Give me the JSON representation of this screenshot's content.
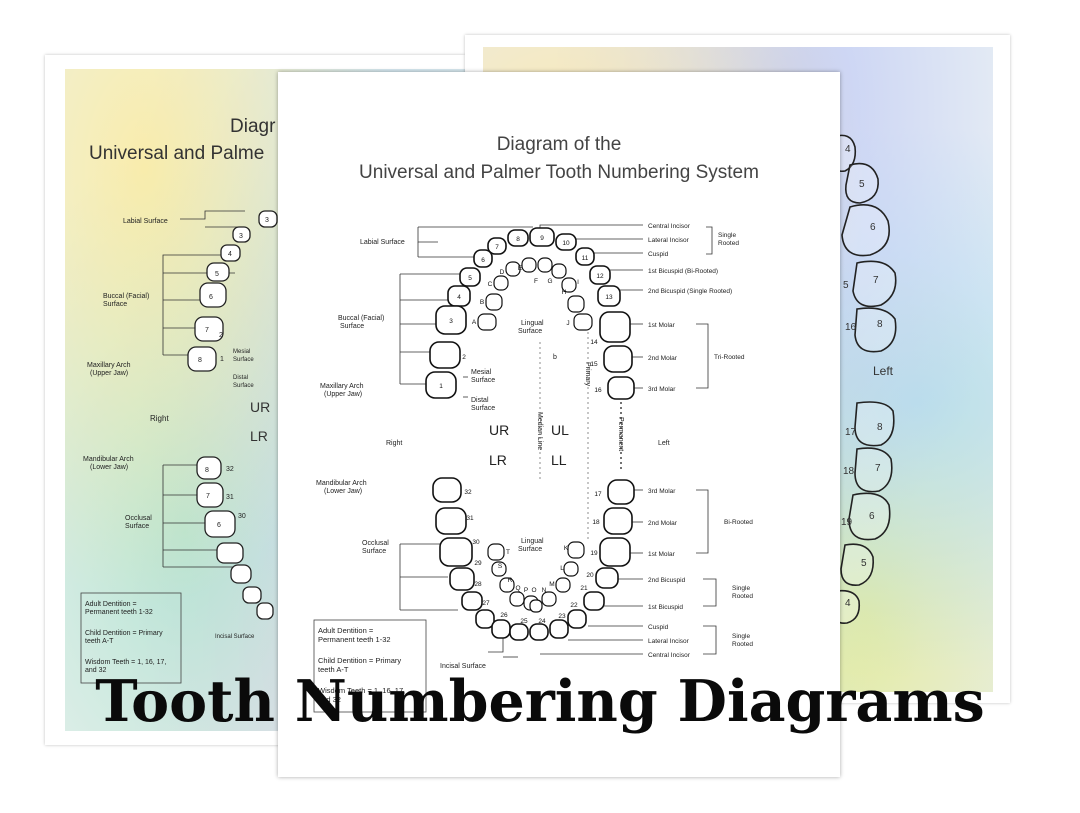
{
  "banner_title": "Tooth Numbering Diagrams",
  "main_sheet": {
    "title_line1": "Diagram of the",
    "title_line2": "Universal and Palmer Tooth Numbering System",
    "left_labels": {
      "labial_surface": "Labial Surface",
      "buccal_1": "Buccal (Facial)",
      "buccal_2": "Surface",
      "maxillary_1": "Maxillary Arch",
      "maxillary_2": "(Upper Jaw)",
      "mesial_1": "Mesial",
      "mesial_2": "Surface",
      "distal_1": "Distal",
      "distal_2": "Surface",
      "right": "Right",
      "mandibular_1": "Mandibular Arch",
      "mandibular_2": "(Lower Jaw)",
      "occlusal_1": "Occlusal",
      "occlusal_2": "Surface",
      "incisal_surface": "Incisal Surface"
    },
    "center_labels": {
      "lingual_upper_1": "Lingual",
      "lingual_upper_2": "Surface",
      "lingual_lower_1": "Lingual",
      "lingual_lower_2": "Surface",
      "ur": "UR",
      "ul": "UL",
      "lr": "LR",
      "ll": "LL",
      "median_line": "Median Line",
      "primary": "Primary",
      "permanent": "Permanent",
      "left": "Left",
      "b_label": "b"
    },
    "right_labels_upper": {
      "central_incisor": "Central Incisor",
      "lateral_incisor": "Lateral Incisor",
      "cuspid": "Cuspid",
      "first_bicuspid": "1st Bicuspid (Bi-Rooted)",
      "second_bicuspid": "2nd Bicuspid (Single Rooted)",
      "first_molar": "1st Molar",
      "second_molar": "2nd Molar",
      "third_molar": "3rd Molar",
      "single_rooted_1": "Single",
      "single_rooted_2": "Rooted",
      "tri_rooted": "Tri-Rooted"
    },
    "right_labels_lower": {
      "third_molar": "3rd Molar",
      "second_molar": "2nd Molar",
      "first_molar": "1st Molar",
      "bi_rooted": "Bi-Rooted",
      "second_bicuspid": "2nd Bicuspid",
      "first_bicuspid": "1st Bicuspid",
      "single_rooted_a_1": "Single",
      "single_rooted_a_2": "Rooted",
      "cuspid": "Cuspid",
      "lateral_incisor": "Lateral Incisor",
      "central_incisor": "Central Incisor",
      "single_rooted_b_1": "Single",
      "single_rooted_b_2": "Rooted"
    },
    "upper_tooth_numbers": [
      "1",
      "2",
      "3",
      "4",
      "5",
      "6",
      "7",
      "8",
      "9",
      "10",
      "11",
      "12",
      "13",
      "14",
      "15",
      "16"
    ],
    "lower_tooth_numbers": [
      "17",
      "18",
      "19",
      "20",
      "21",
      "22",
      "23",
      "24",
      "25",
      "26",
      "27",
      "28",
      "29",
      "30",
      "31",
      "32"
    ],
    "upper_primary_letters": [
      "A",
      "B",
      "C",
      "D",
      "E",
      "F",
      "G",
      "H",
      "I",
      "J"
    ],
    "lower_primary_letters": [
      "K",
      "L",
      "M",
      "N",
      "O",
      "P",
      "Q",
      "R",
      "S",
      "T"
    ],
    "legend": {
      "line1": "Adult Dentition =",
      "line2": "Permanent teeth 1-32",
      "line3": "Child Dentition = Primary",
      "line4": "teeth A-T",
      "line5": "Wisdom Teeth = 1, 16, 17,",
      "line6": "and 32"
    }
  },
  "left_sheet": {
    "title_line1": "Diagr",
    "title_line2": "Universal and Palme",
    "labial_surface": "Labial Surface",
    "buccal_1": "Buccal (Facial)",
    "buccal_2": "Surface",
    "maxillary_1": "Maxillary Arch",
    "maxillary_2": "(Upper Jaw)",
    "mesial_1": "Mesial",
    "mesial_2": "Surface",
    "distal_1": "Distal",
    "distal_2": "Surface",
    "right": "Right",
    "ur": "UR",
    "lr": "LR",
    "mandibular_1": "Mandibular Arch",
    "mandibular_2": "(Lower Jaw)",
    "occlusal_1": "Occlusal",
    "occlusal_2": "Surface",
    "incisal_surface": "Incisal Surface",
    "legend_1": "Adult Dentition =",
    "legend_2": "Permanent teeth 1-32",
    "legend_3": "Child Dentition = Primary",
    "legend_4": "teeth A-T",
    "legend_5": "Wisdom Teeth = 1, 16, 17,",
    "legend_6": "and 32"
  },
  "right_sheet": {
    "left": "Left",
    "upper_numbers": [
      "4",
      "5",
      "6",
      "5",
      "7",
      "16",
      "8"
    ],
    "lower_numbers": [
      "17",
      "8",
      "18",
      "7",
      "19",
      "6",
      "5",
      "4"
    ]
  }
}
